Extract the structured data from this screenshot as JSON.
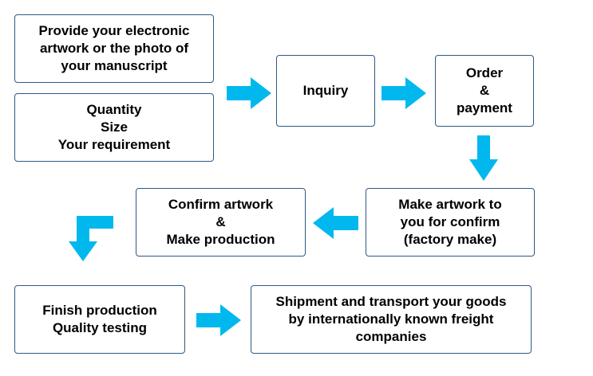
{
  "colors": {
    "arrow": "#00b8ee",
    "border": "#2d5a86",
    "text": "#000000"
  },
  "steps": {
    "artwork": {
      "lines": [
        "Provide your electronic",
        "artwork or the photo of",
        "your manuscript"
      ]
    },
    "quantity": {
      "lines": [
        "Quantity",
        "Size",
        "Your requirement"
      ]
    },
    "inquiry": {
      "lines": [
        "Inquiry"
      ]
    },
    "order": {
      "lines": [
        "Order",
        "&",
        "payment"
      ]
    },
    "make": {
      "lines": [
        "Make artwork to",
        "you for confirm",
        "(factory make)"
      ]
    },
    "confirm": {
      "lines": [
        "Confirm artwork",
        "&",
        "Make production"
      ]
    },
    "finish": {
      "lines": [
        "Finish production",
        "Quality testing"
      ]
    },
    "shipment": {
      "lines": [
        "Shipment and transport your goods",
        "by internationally known freight",
        "companies"
      ]
    }
  },
  "arrows": [
    {
      "from": "artwork-and-quantity",
      "to": "inquiry",
      "direction": "right"
    },
    {
      "from": "inquiry",
      "to": "order",
      "direction": "right"
    },
    {
      "from": "order",
      "to": "make",
      "direction": "down"
    },
    {
      "from": "make",
      "to": "confirm",
      "direction": "left"
    },
    {
      "from": "confirm",
      "to": "finish",
      "direction": "down-turn"
    },
    {
      "from": "finish",
      "to": "shipment",
      "direction": "right"
    }
  ]
}
